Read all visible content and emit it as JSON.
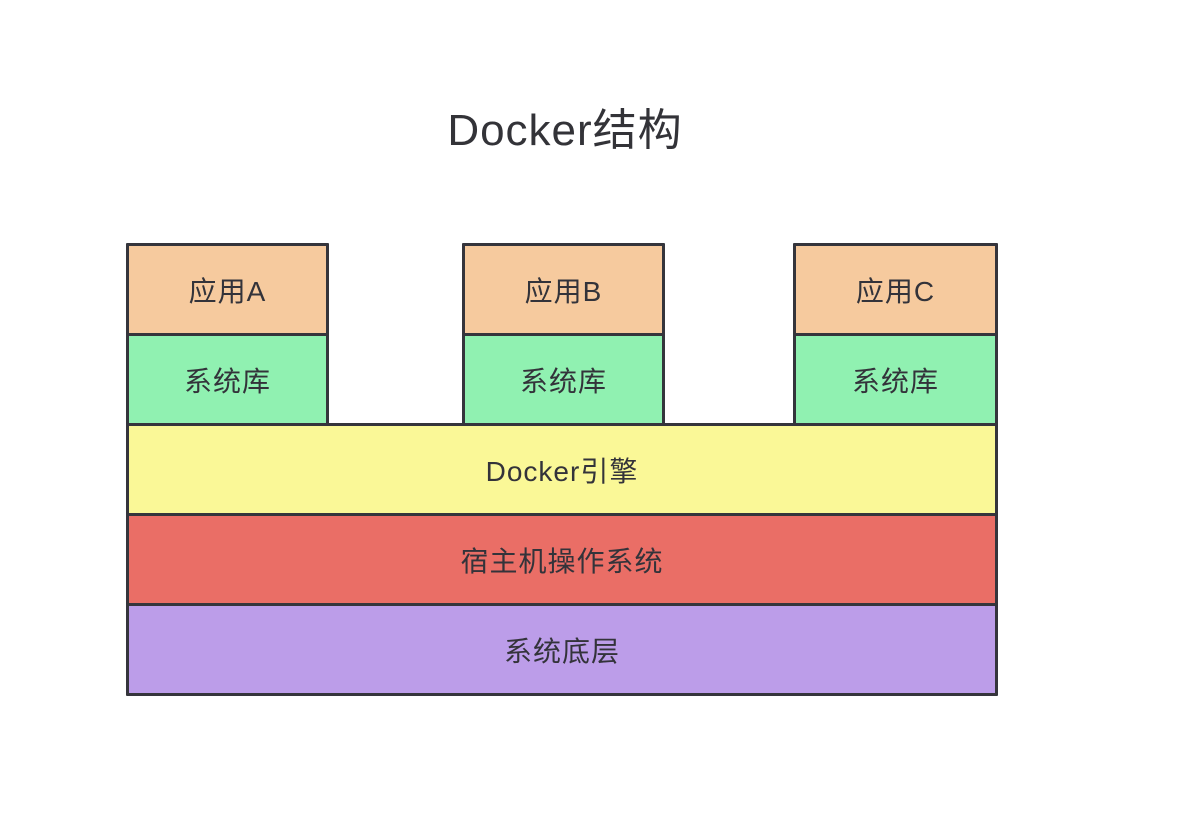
{
  "title": "Docker结构",
  "diagram": {
    "columns": [
      {
        "app": "应用A",
        "lib": "系统库"
      },
      {
        "app": "应用B",
        "lib": "系统库"
      },
      {
        "app": "应用C",
        "lib": "系统库"
      }
    ],
    "layers": [
      {
        "label": "Docker引擎",
        "color": "#faf897"
      },
      {
        "label": "宿主机操作系统",
        "color": "#ea6e66"
      },
      {
        "label": "系统底层",
        "color": "#bc9de9"
      }
    ],
    "colors": {
      "app_fill": "#f6ca9e",
      "lib_fill": "#90f1b1",
      "border": "#35353c",
      "text": "#33333a"
    }
  }
}
